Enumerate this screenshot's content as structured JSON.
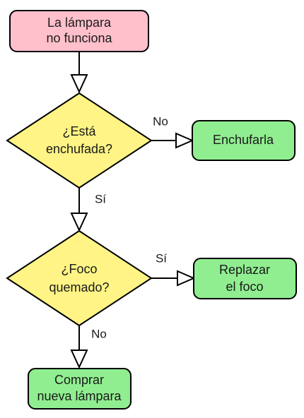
{
  "colors": {
    "start_fill": "#ffc0cb",
    "decision_fill": "#fff485",
    "action_fill": "#90ee90",
    "stroke": "#000000"
  },
  "nodes": {
    "start": {
      "line1": "La lámpara",
      "line2": "no funciona"
    },
    "decision_plugged": {
      "line1": "¿Está",
      "line2": "enchufada?"
    },
    "action_plug": {
      "line1": "Enchufarla"
    },
    "decision_bulb": {
      "line1": "¿Foco",
      "line2": "quemado?"
    },
    "action_replace": {
      "line1": "Replazar",
      "line2": "el foco"
    },
    "action_buy": {
      "line1": "Comprar",
      "line2": "nueva lámpara"
    }
  },
  "edges": {
    "plugged_no": "No",
    "plugged_yes": "Sí",
    "bulb_yes": "Sí",
    "bulb_no": "No"
  }
}
